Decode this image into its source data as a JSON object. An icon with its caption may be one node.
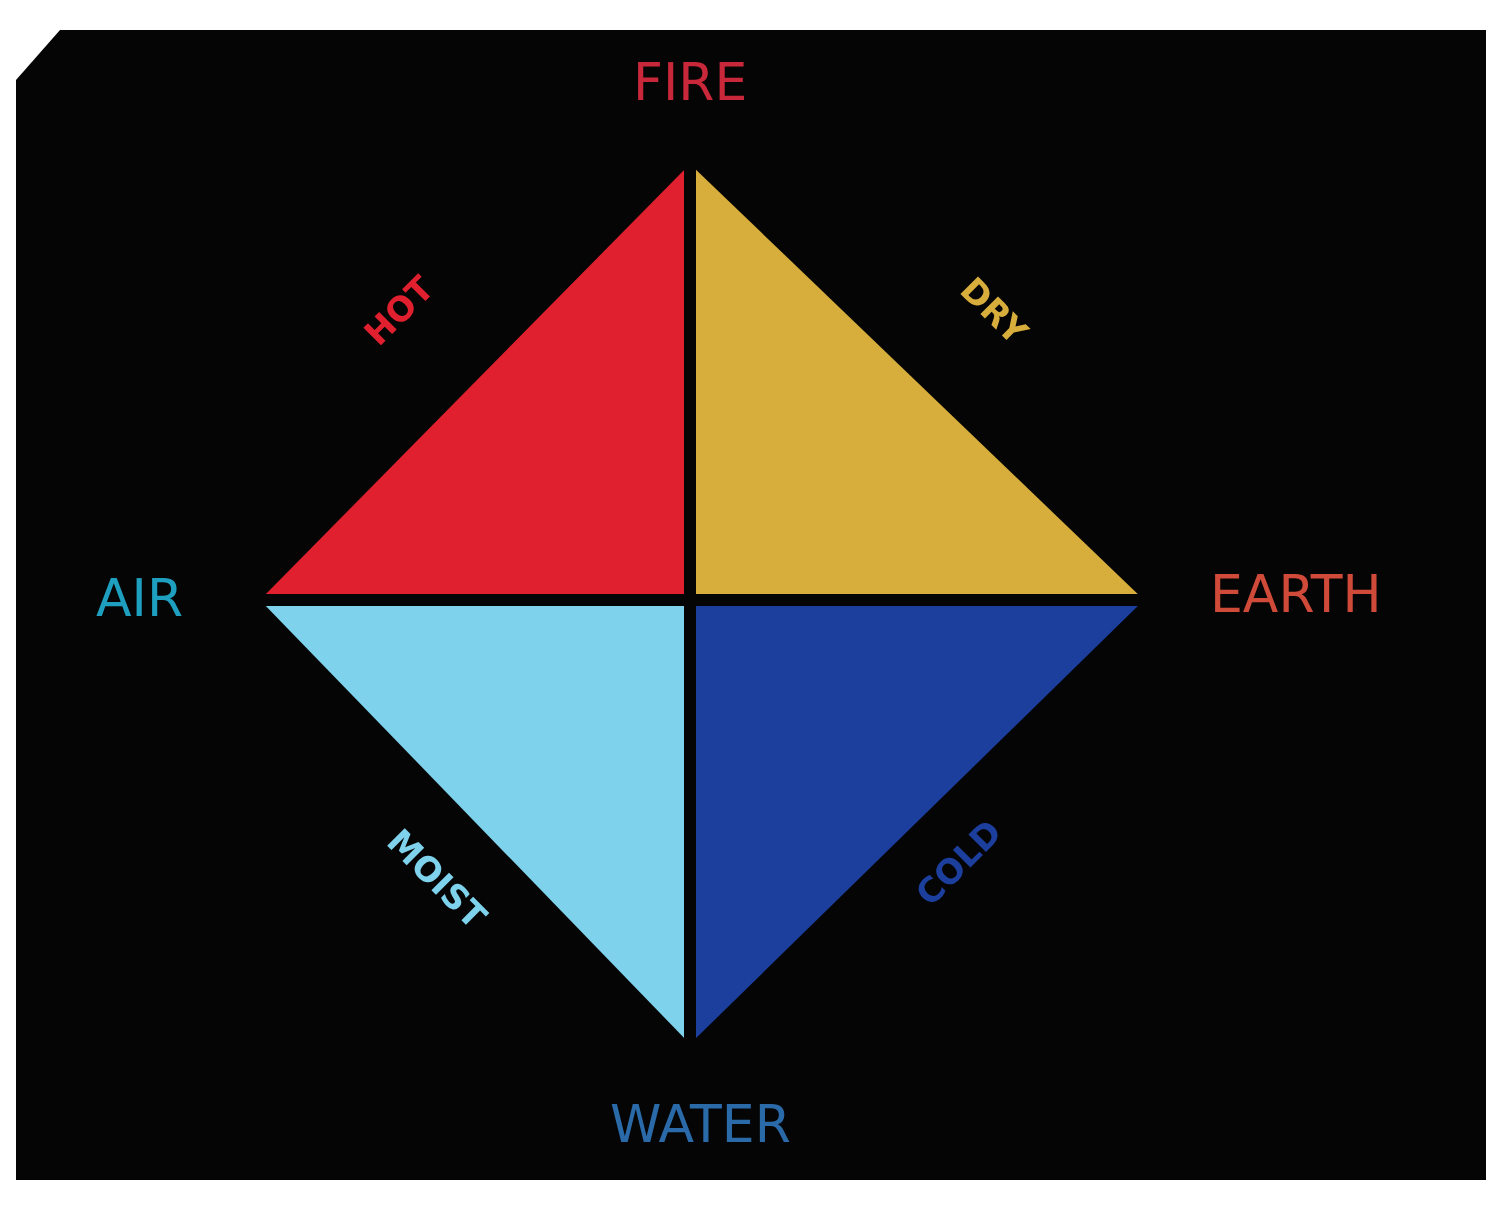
{
  "diagram": {
    "labels": [
      "FIRE",
      "HOT",
      "DRY",
      "AIR",
      "EARTH",
      "MOIST",
      "COLD",
      "WATER"
    ]
  }
}
